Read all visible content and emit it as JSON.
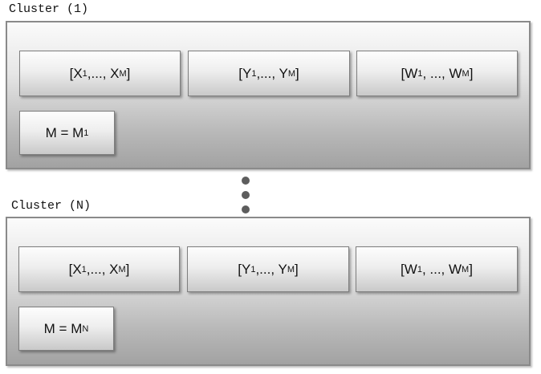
{
  "clusters": [
    {
      "title": "Cluster (1)",
      "vectors": [
        {
          "open": "[X",
          "sub1": "1",
          "mid": " ,..., X",
          "sub2": "M",
          "close": "]"
        },
        {
          "open": "[Y",
          "sub1": "1",
          "mid": " ,..., Y",
          "sub2": "M",
          "close": " ]"
        },
        {
          "open": "[W",
          "sub1": "1",
          "mid": " , ..., W",
          "sub2": "M",
          "close": "]"
        }
      ],
      "size": {
        "lhs": "M = M",
        "sub": "1"
      }
    },
    {
      "title": "Cluster (N)",
      "vectors": [
        {
          "open": "[X",
          "sub1": "1",
          "mid": " ,..., X",
          "sub2": "M",
          "close": "]"
        },
        {
          "open": "[Y",
          "sub1": "1",
          "mid": " ,..., Y",
          "sub2": "M",
          "close": " ]"
        },
        {
          "open": "[W",
          "sub1": "1",
          "mid": " , ..., W",
          "sub2": "M",
          "close": "]"
        }
      ],
      "size": {
        "lhs": "M = M",
        "sub": "N"
      }
    }
  ],
  "ellipsis": {
    "dots": 3,
    "color": "#5d5d5d"
  },
  "colors": {
    "border": "#8a8a8a",
    "text": "#111111"
  }
}
